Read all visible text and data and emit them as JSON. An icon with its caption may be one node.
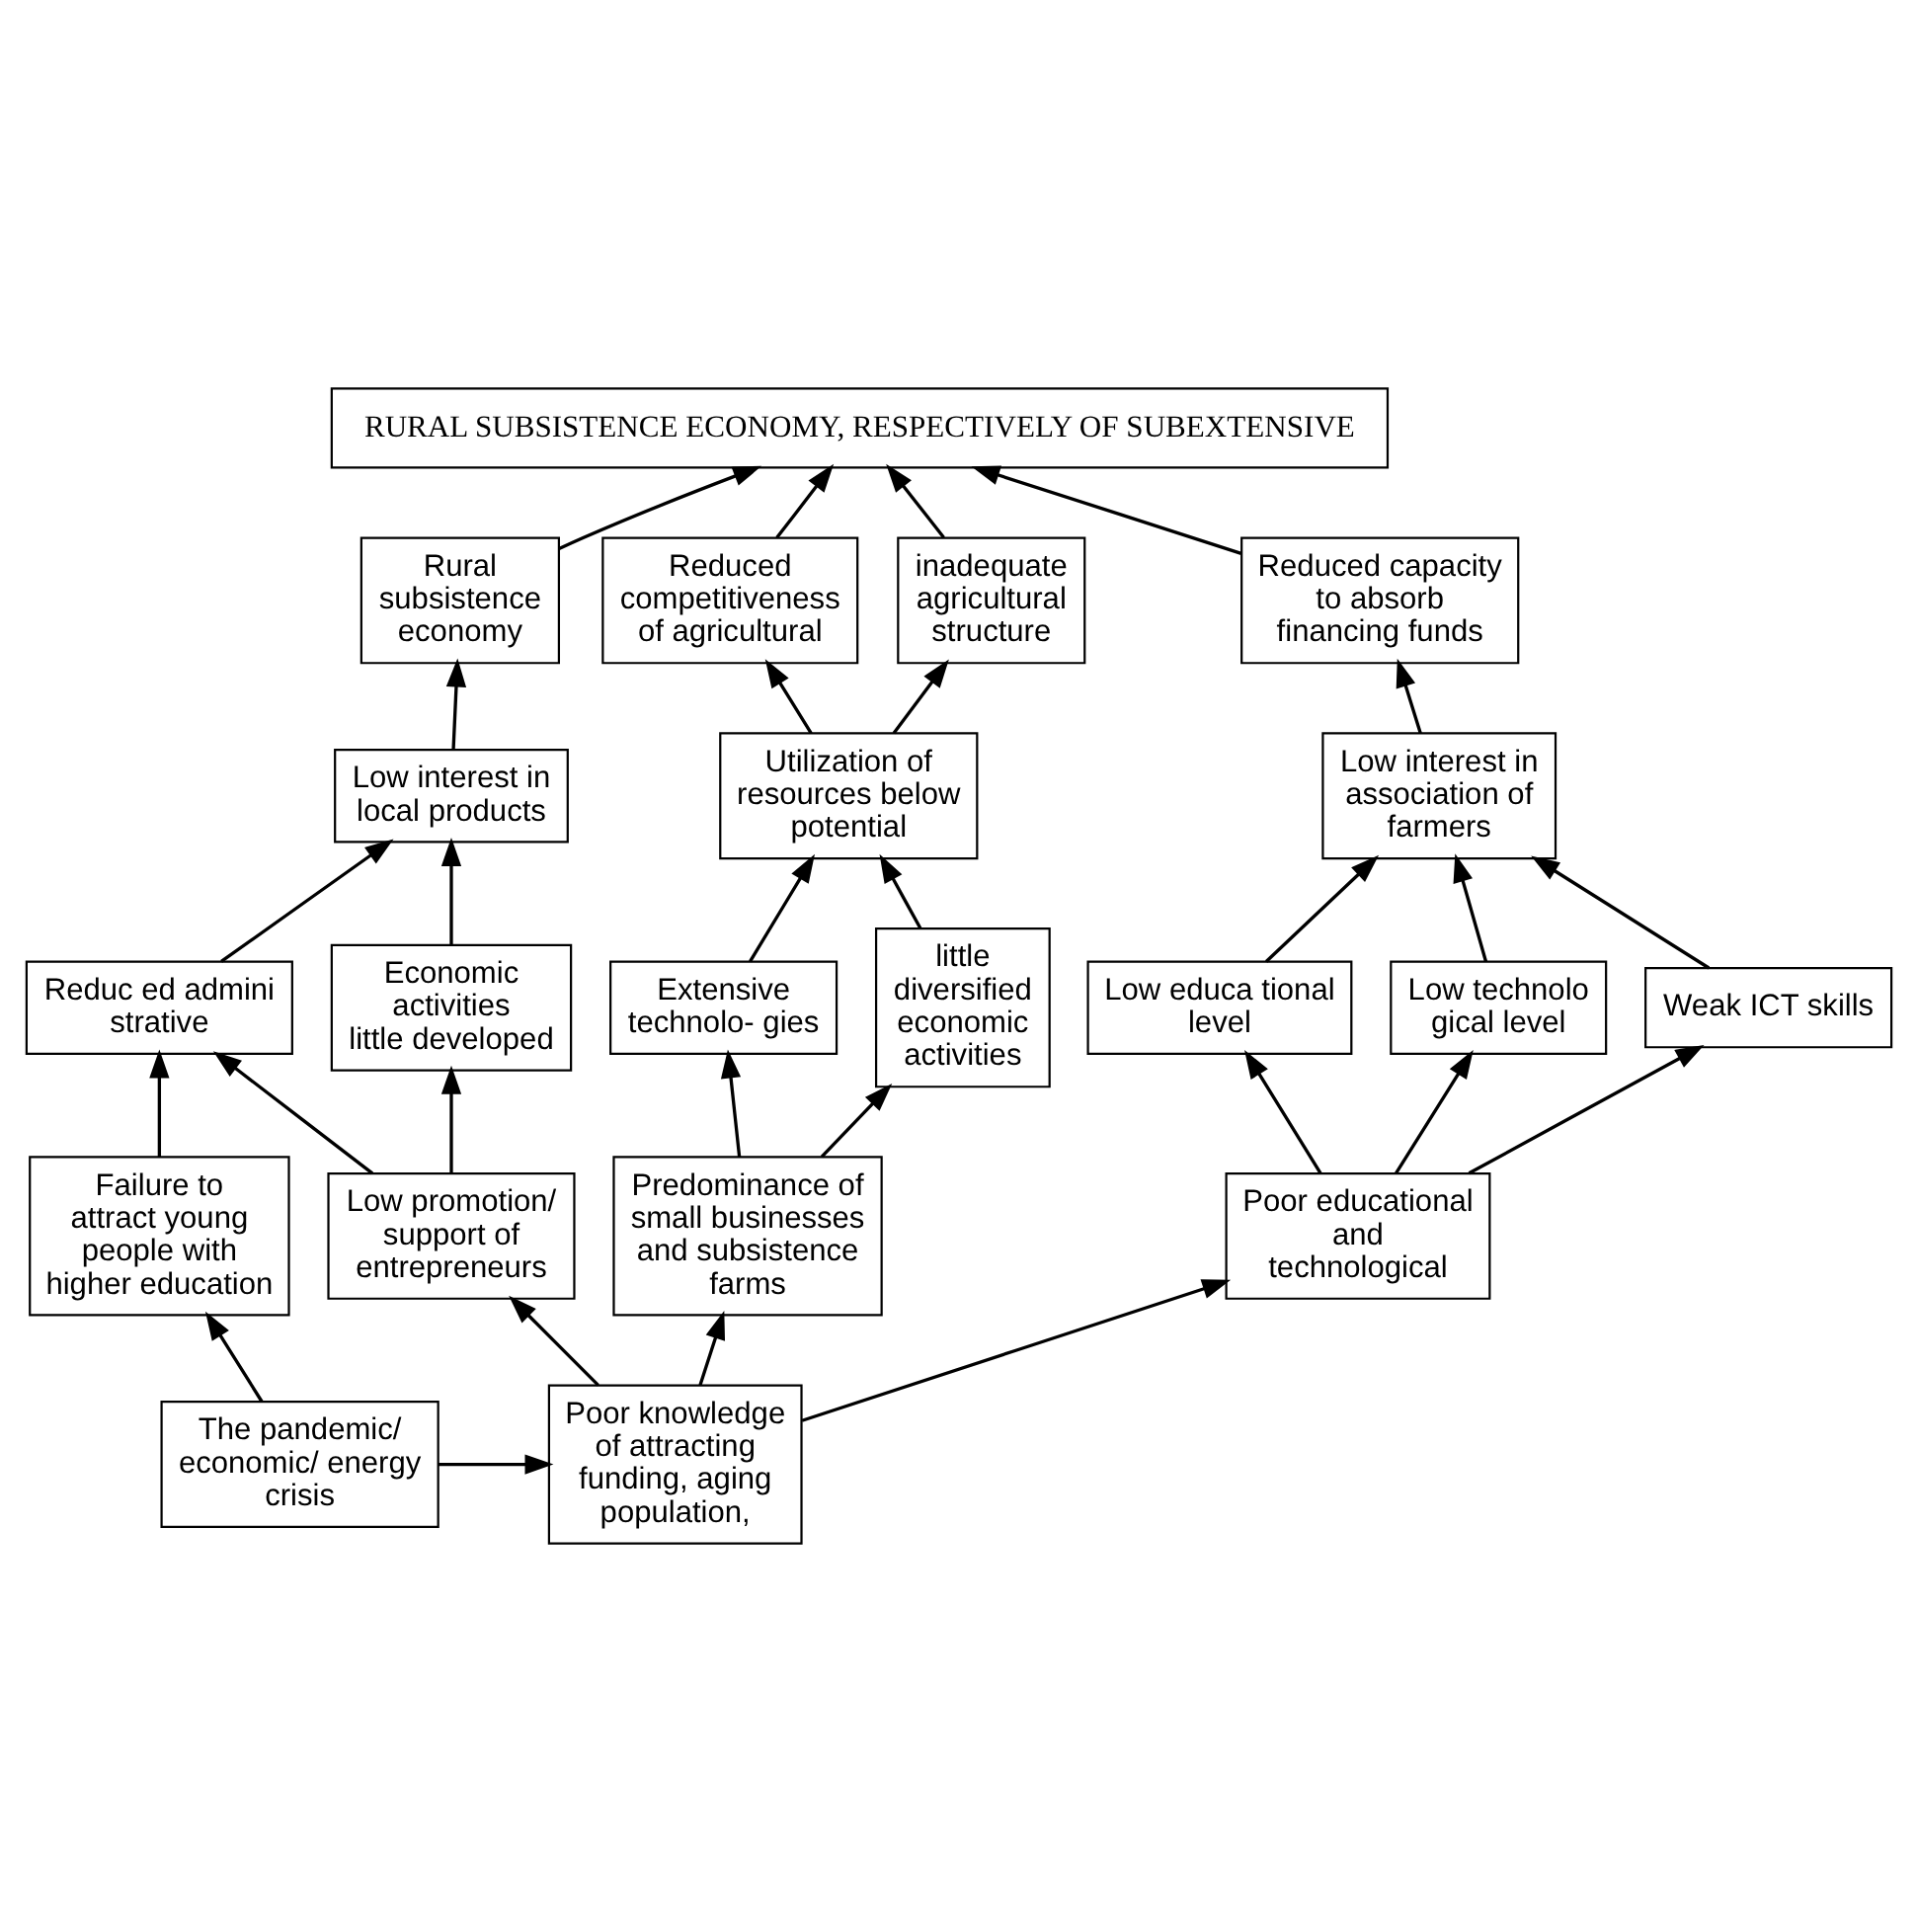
{
  "diagram": {
    "nodes": [
      {
        "text": [
          "RURAL SUBSISTENCE ECONOMY, RESPECTIVELY OF SUBEXTENSIVE"
        ]
      },
      {
        "text": [
          "inadequate agricultural structure"
        ]
      },
      {
        "text": [
          "Reduced competitiveness of agricultural"
        ]
      },
      {
        "text": [
          "Reduced capacity to absorb financing funds"
        ]
      },
      {
        "text": [
          "Rural subsistence economy"
        ]
      },
      {
        "text": [
          "Utilization of resources below potential"
        ]
      },
      {
        "text": [
          "Low interest in association of farmers"
        ]
      },
      {
        "text": [
          "Low interest in local products"
        ]
      },
      {
        "text": [
          "Extensive technolo- gies"
        ]
      },
      {
        "text": [
          "little diversified economic activities"
        ]
      },
      {
        "text": [
          "Low educa tional level"
        ]
      },
      {
        "text": [
          "Low technolo gical level"
        ]
      },
      {
        "text": [
          "Weak ICT skills"
        ]
      },
      {
        "text": [
          "Economic activities little developed"
        ]
      },
      {
        "text": [
          "Reduc ed admini strative"
        ]
      },
      {
        "text": [
          "Predominance of small businesses and subsistence farms"
        ]
      },
      {
        "text": [
          "Poor educational and technological"
        ]
      },
      {
        "text": [
          "Low promotion/ support of entrepreneurs"
        ]
      },
      {
        "text": [
          "Failure to attract young people with higher education"
        ]
      },
      {
        "text": [
          "Poor knowledge of attracting funding, aging population,"
        ]
      },
      {
        "text": [
          "The pandemic/ economic/ energy crisis"
        ]
      }
    ],
    "edges": [
      {
        "from": 1,
        "to": 0,
        "arrow": "to"
      },
      {
        "from": 2,
        "to": 0,
        "arrow": "to"
      },
      {
        "from": 3,
        "to": 0,
        "arrow": "to"
      },
      {
        "from": 4,
        "to": 0,
        "arrow": "to"
      },
      {
        "from": 5,
        "to": 1,
        "arrow": "to"
      },
      {
        "from": 5,
        "to": 2,
        "arrow": "to"
      },
      {
        "from": 6,
        "to": 3,
        "arrow": "to"
      },
      {
        "from": 7,
        "to": 4,
        "arrow": "to"
      },
      {
        "from": 8,
        "to": 5,
        "arrow": "to"
      },
      {
        "from": 9,
        "to": 5,
        "arrow": "to"
      },
      {
        "from": 10,
        "to": 6,
        "arrow": "to"
      },
      {
        "from": 11,
        "to": 6,
        "arrow": "to"
      },
      {
        "from": 12,
        "to": 6,
        "arrow": "to"
      },
      {
        "from": 13,
        "to": 7,
        "arrow": "to"
      },
      {
        "from": 14,
        "to": 7,
        "arrow": "to"
      },
      {
        "from": 15,
        "to": 8,
        "arrow": "to"
      },
      {
        "from": 15,
        "to": 9,
        "arrow": "to"
      },
      {
        "from": 16,
        "to": 10,
        "arrow": "to"
      },
      {
        "from": 16,
        "to": 11,
        "arrow": "to"
      },
      {
        "from": 16,
        "to": 12,
        "arrow": "to"
      },
      {
        "from": 17,
        "to": 13,
        "arrow": "to"
      },
      {
        "from": 17,
        "to": 14,
        "arrow": "to"
      },
      {
        "from": 18,
        "to": 14,
        "arrow": "to"
      },
      {
        "from": 19,
        "to": 15,
        "arrow": "to"
      },
      {
        "from": 19,
        "to": 16,
        "arrow": "to"
      },
      {
        "from": 19,
        "to": 17,
        "arrow": "to"
      },
      {
        "from": 20,
        "to": 19,
        "arrow": "to"
      },
      {
        "from": 20,
        "to": 18,
        "arrow": "to"
      }
    ]
  }
}
